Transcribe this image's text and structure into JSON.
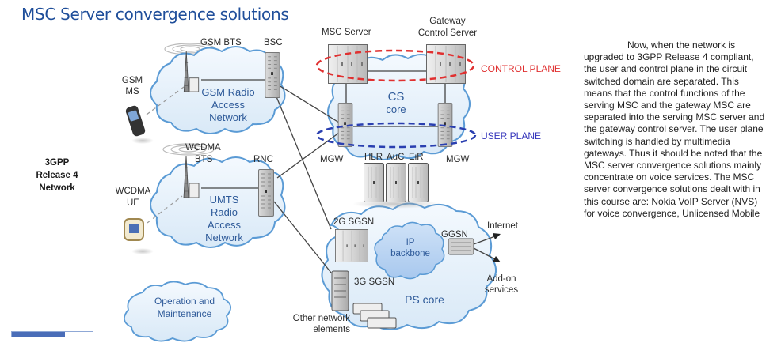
{
  "title": "MSC Server convergence solutions",
  "side_label": [
    "3GPP",
    "Release 4",
    "Network"
  ],
  "nodes": {
    "gsm_bts": "GSM BTS",
    "bsc": "BSC",
    "gsm_ms": [
      "GSM",
      "MS"
    ],
    "wcdma_bts": [
      "WCDMA",
      "BTS"
    ],
    "rnc": "RNC",
    "wcdma_ue": [
      "WCDMA",
      "UE"
    ],
    "msc_server": "MSC Server",
    "gateway_control_server": [
      "Gateway",
      "Control Server"
    ],
    "mgw_left": "MGW",
    "mgw_right": "MGW",
    "hlr": "HLR",
    "auc": "AuC",
    "eir": "EiR",
    "sgsn_2g": "2G SGSN",
    "sgsn_3g": "3G SGSN",
    "ggsn": "GGSN",
    "internet": "Internet",
    "addon_services": [
      "Add-on",
      "services"
    ],
    "other_elements": [
      "Other network",
      "elements"
    ]
  },
  "clouds": {
    "gsm_ran": [
      "GSM Radio",
      "Access",
      "Network"
    ],
    "umts_ran": [
      "UMTS",
      "Radio",
      "Access",
      "Network"
    ],
    "cs_core": [
      "CS",
      "core"
    ],
    "ps_core": "PS core",
    "ip_backbone": [
      "IP",
      "backbone"
    ],
    "oam": [
      "Operation and",
      "Maintenance"
    ]
  },
  "planes": {
    "control": "CONTROL PLANE",
    "user": "USER PLANE"
  },
  "colors": {
    "title": "#1f4e9a",
    "cloud_stroke": "#5b9bd5",
    "cloud_fill": "#e4f0fa",
    "control_plane": "#e03030",
    "user_plane": "#2a3fb0",
    "cloud_text": "#2e5a99"
  },
  "description": "Now, when the network is upgraded to 3GPP Release 4 compliant, the user and control plane in the circuit switched domain are separated. This means that the control functions of the serving MSC and the gateway MSC are separated into the serving MSC server and the gateway control server. The user plane switching is handled by multimedia gateways. Thus it should be noted that the MSC server convergence solutions mainly concentrate on voice services. The MSC server convergence solutions dealt with in this course are: Nokia VoIP Server (NVS) for voice convergence, Unlicensed Mobile",
  "slide_progress": 0.66
}
